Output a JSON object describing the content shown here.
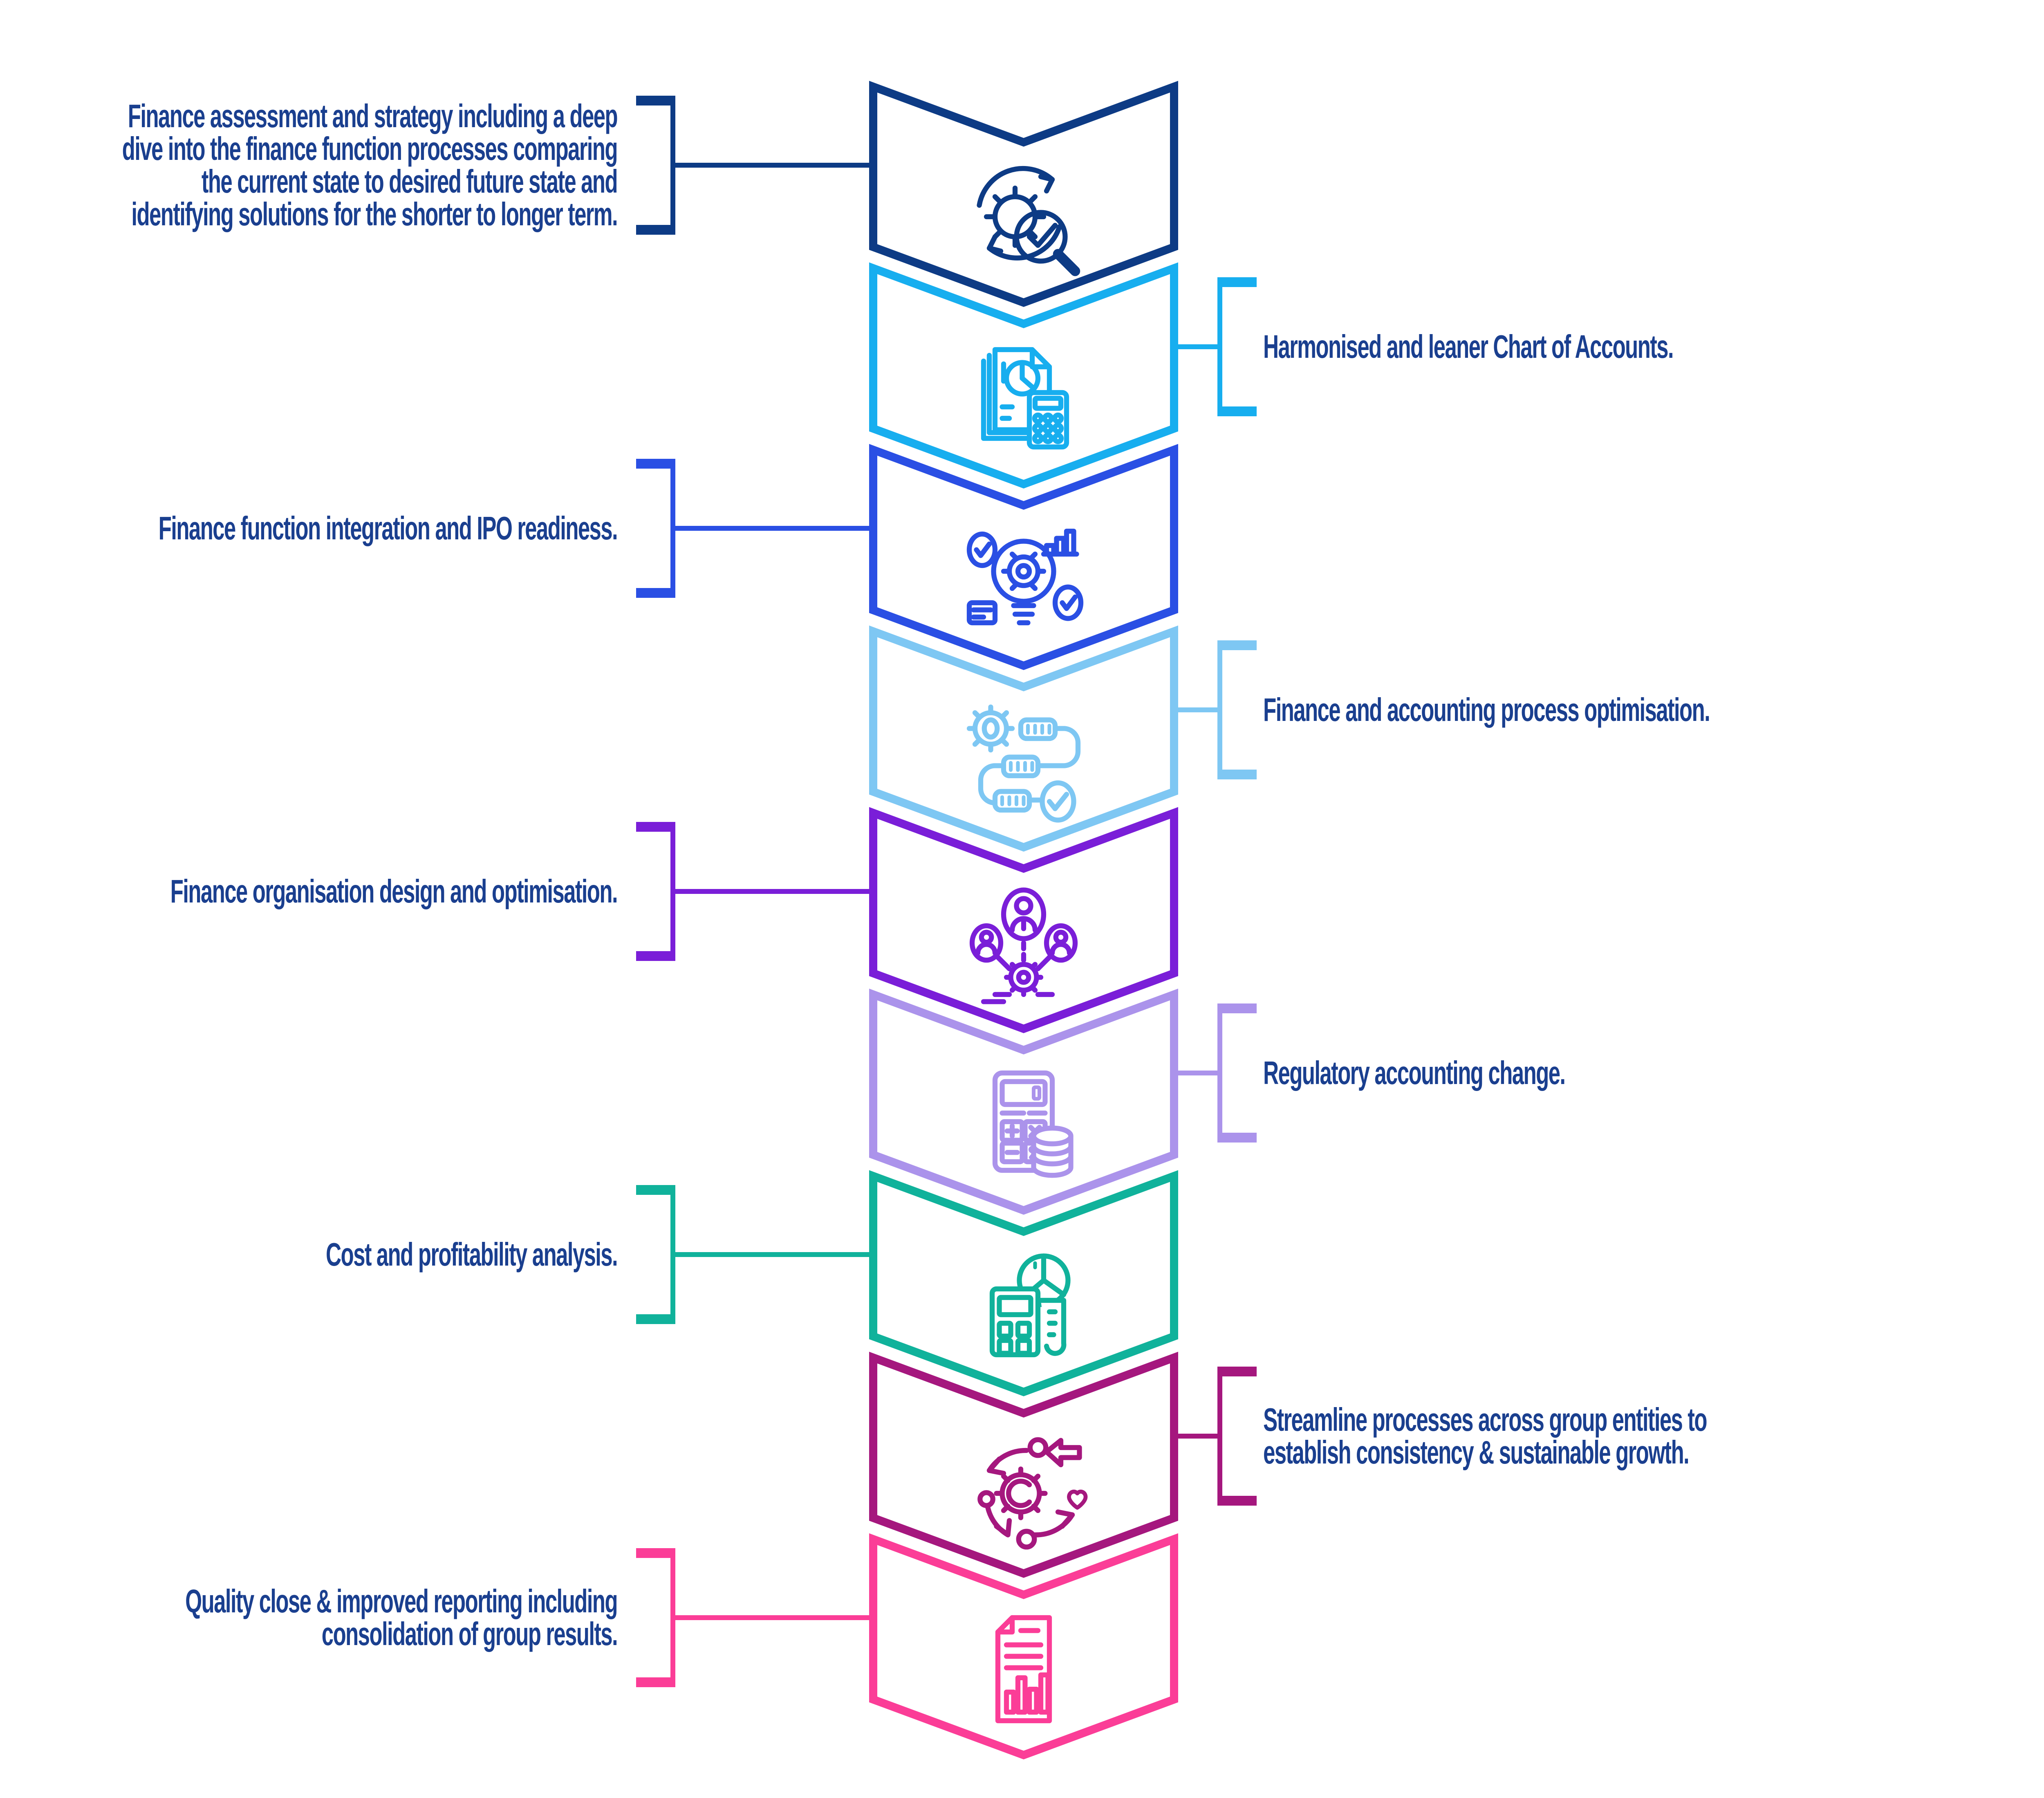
{
  "palette": {
    "background": "#FFFFFF",
    "label_text": "#1A3F8F"
  },
  "steps": [
    {
      "label": "Finance assessment and strategy including a deep\ndive into the finance function processes comparing\nthe current state to desired future state and\nidentifying solutions for the shorter to longer term.",
      "side": "left",
      "color": "#0D3B85",
      "icon": "assessment-magnifier-icon"
    },
    {
      "label": "Harmonised and leaner Chart of Accounts.",
      "side": "right",
      "color": "#17AEEF",
      "icon": "report-calculator-icon"
    },
    {
      "label": "Finance function integration and IPO readiness.",
      "side": "left",
      "color": "#2A4FE4",
      "icon": "idea-gear-bulb-icon"
    },
    {
      "label": "Finance and accounting process optimisation.",
      "side": "right",
      "color": "#7EC7F3",
      "icon": "process-flow-icon"
    },
    {
      "label": "Finance organisation design and optimisation.",
      "side": "left",
      "color": "#7A1ED8",
      "icon": "org-structure-icon"
    },
    {
      "label": "Regulatory accounting change.",
      "side": "right",
      "color": "#AB93EB",
      "icon": "calculator-coins-icon"
    },
    {
      "label": "Cost and profitability analysis.",
      "side": "left",
      "color": "#10B29B",
      "icon": "calculator-pie-icon"
    },
    {
      "label": "Streamline processes across group entities to\nestablish consistency & sustainable growth.",
      "side": "right",
      "color": "#A5177E",
      "icon": "cycle-gear-icon"
    },
    {
      "label": "Quality close & improved reporting including\nconsolidation of group results.",
      "side": "left",
      "color": "#FB3D97",
      "icon": "report-barchart-icon"
    }
  ]
}
